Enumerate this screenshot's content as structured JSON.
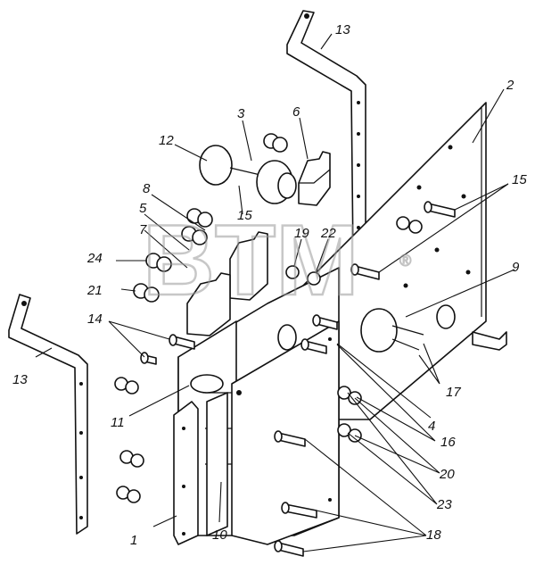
{
  "watermark": {
    "text": "BTM",
    "mark": "®"
  },
  "callouts": [
    "1",
    "2",
    "3",
    "4",
    "5",
    "6",
    "7",
    "8",
    "9",
    "10",
    "11",
    "12",
    "13",
    "13",
    "14",
    "15",
    "15",
    "16",
    "17",
    "18",
    "19",
    "20",
    "21",
    "22",
    "23",
    "24"
  ]
}
